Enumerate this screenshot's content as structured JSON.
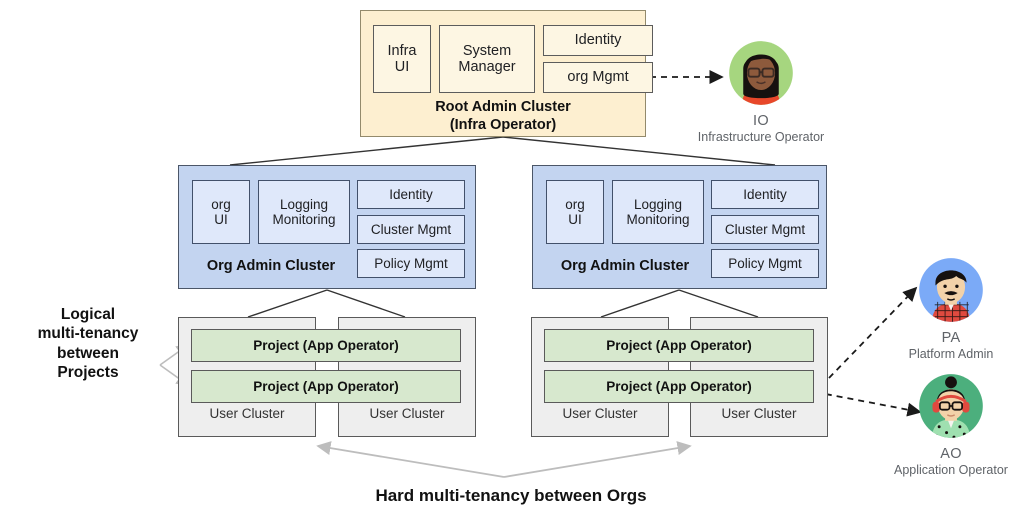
{
  "diagram": {
    "title_bottom": "Hard multi-tenancy between Orgs",
    "side_note": "Logical\nmulti-tenancy\nbetween\nProjects",
    "colors": {
      "root_fill": "#fdefd0",
      "root_cell_fill": "#fdf6e3",
      "org_fill": "#c3d4f0",
      "org_cell_fill": "#dfe8fa",
      "user_cluster_fill": "#eeeeee",
      "project_fill": "#d7e8ce",
      "connector": "#333333",
      "gray_arrow": "#bdbdbd",
      "dashed_arrow": "#1a1a1a"
    }
  },
  "root_cluster": {
    "title_line1": "Root Admin Cluster",
    "title_line2": "(Infra Operator)",
    "cells": [
      {
        "label": "Infra\nUI"
      },
      {
        "label": "System\nManager"
      },
      {
        "label": "Identity"
      },
      {
        "label": "org Mgmt"
      }
    ]
  },
  "orgs": [
    {
      "title": "Org Admin Cluster",
      "cells": [
        {
          "label": "org\nUI"
        },
        {
          "label": "Logging\nMonitoring"
        },
        {
          "label": "Identity"
        },
        {
          "label": "Cluster Mgmt"
        },
        {
          "label": "Policy Mgmt"
        }
      ],
      "user_clusters": [
        {
          "label": "User Cluster"
        },
        {
          "label": "User Cluster"
        }
      ],
      "projects": [
        {
          "label": "Project (App Operator)"
        },
        {
          "label": "Project (App Operator)"
        }
      ]
    },
    {
      "title": "Org Admin Cluster",
      "cells": [
        {
          "label": "org\nUI"
        },
        {
          "label": "Logging\nMonitoring"
        },
        {
          "label": "Identity"
        },
        {
          "label": "Cluster Mgmt"
        },
        {
          "label": "Policy Mgmt"
        }
      ],
      "user_clusters": [
        {
          "label": "User Cluster"
        },
        {
          "label": "User Cluster"
        }
      ],
      "projects": [
        {
          "label": "Project (App Operator)"
        },
        {
          "label": "Project  (App Operator)"
        }
      ]
    }
  ],
  "personas": [
    {
      "initials": "IO",
      "role": "Infrastructure Operator",
      "icon": "infrastructure-operator-avatar",
      "circle": "#a6d67f",
      "hair": "#16110f",
      "skin": "#8d5a3c",
      "shirt": "#e8472a",
      "accessory": "glasses"
    },
    {
      "initials": "PA",
      "role": "Platform Admin",
      "icon": "platform-admin-avatar",
      "circle": "#7baaf7",
      "hair": "#16110f",
      "skin": "#f2d2a9",
      "shirt": "#e04a3f",
      "accessory": "mustache"
    },
    {
      "initials": "AO",
      "role": "Application Operator",
      "icon": "application-operator-avatar",
      "circle": "#4caf7d",
      "hair": "#16110f",
      "skin": "#f2d2a9",
      "shirt": "#9fe0b0",
      "accessory": "headphones-glasses"
    }
  ]
}
